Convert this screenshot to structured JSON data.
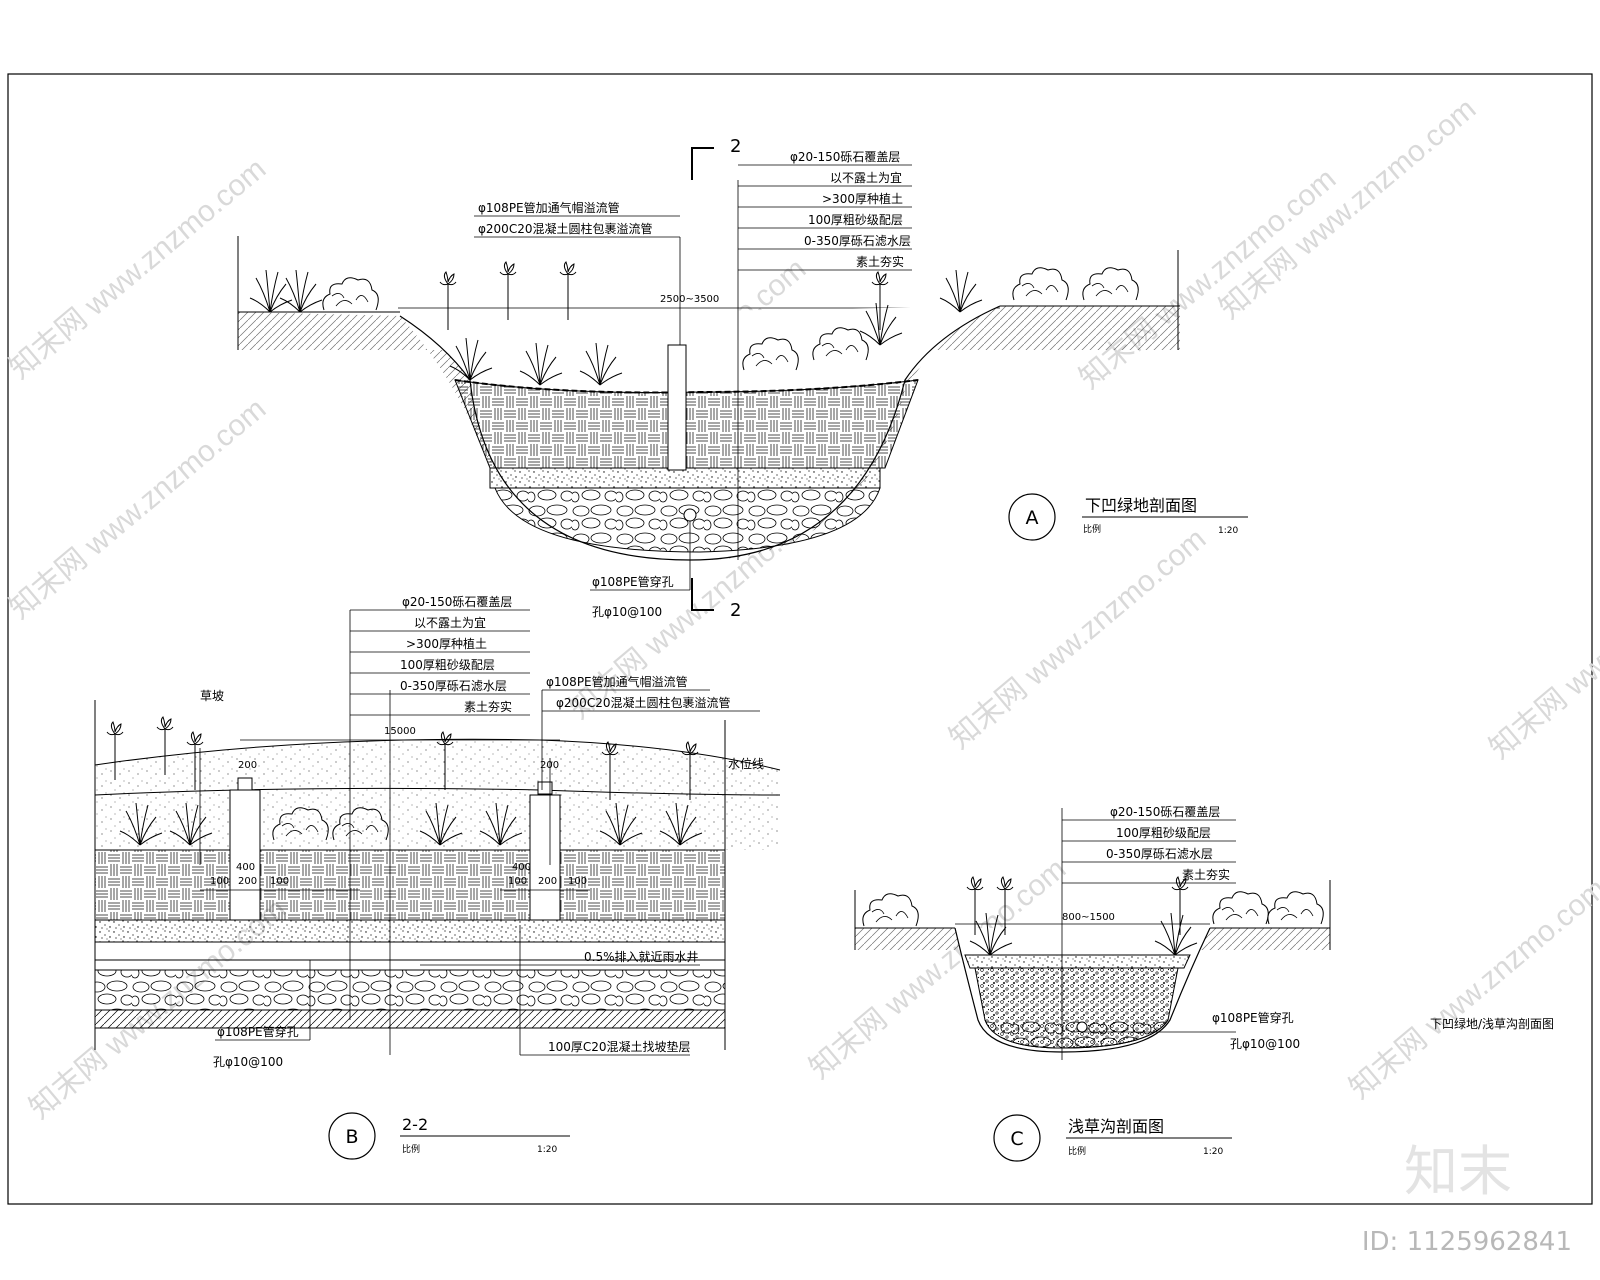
{
  "sheet_title": "下凹绿地/浅草沟剖面图",
  "logo_text": "知末",
  "id_text": "ID: 1125962841",
  "watermark": "知末网 www.znzmo.com",
  "section_a": {
    "marker": "A",
    "title": "下凹绿地剖面图",
    "sub": "比例",
    "scale": "1:20",
    "cut_label": "2",
    "width_dim": "2500~3500",
    "layers": [
      "φ20-150砾石覆盖层",
      "以不露土为宜",
      ">300厚种植土",
      "100厚粗砂级配层",
      "0-350厚砾石滤水层",
      "素土夯实"
    ],
    "overflow": [
      "φ108PE管加通气帽溢流管",
      "φ200C20混凝土圆柱包裹溢流管"
    ],
    "pipe": [
      "φ108PE管穿孔",
      "孔φ10@100"
    ]
  },
  "section_b": {
    "marker": "B",
    "title": "2-2",
    "sub": "比例",
    "scale": "1:20",
    "slope": "草坡",
    "water_line": "水位线",
    "length_dim": "15000",
    "dims": [
      "200",
      "200",
      "400",
      "400",
      "100",
      "200",
      "100",
      "100",
      "200",
      "100"
    ],
    "layers": [
      "φ20-150砾石覆盖层",
      "以不露土为宜",
      ">300厚种植土",
      "100厚粗砂级配层",
      "0-350厚砾石滤水层",
      "素土夯实"
    ],
    "overflow": [
      "φ108PE管加通气帽溢流管",
      "φ200C20混凝土圆柱包裹溢流管"
    ],
    "slope_note": "0.5%排入就近雨水井",
    "pipe": [
      "φ108PE管穿孔",
      "孔φ10@100"
    ],
    "base": "100厚C20混凝土找坡垫层"
  },
  "section_c": {
    "marker": "C",
    "title": "浅草沟剖面图",
    "sub": "比例",
    "scale": "1:20",
    "width_dim": "800~1500",
    "layers": [
      "φ20-150砾石覆盖层",
      "100厚粗砂级配层",
      "0-350厚砾石滤水层",
      "素土夯实"
    ],
    "pipe": [
      "φ108PE管穿孔",
      "孔φ10@100"
    ]
  }
}
